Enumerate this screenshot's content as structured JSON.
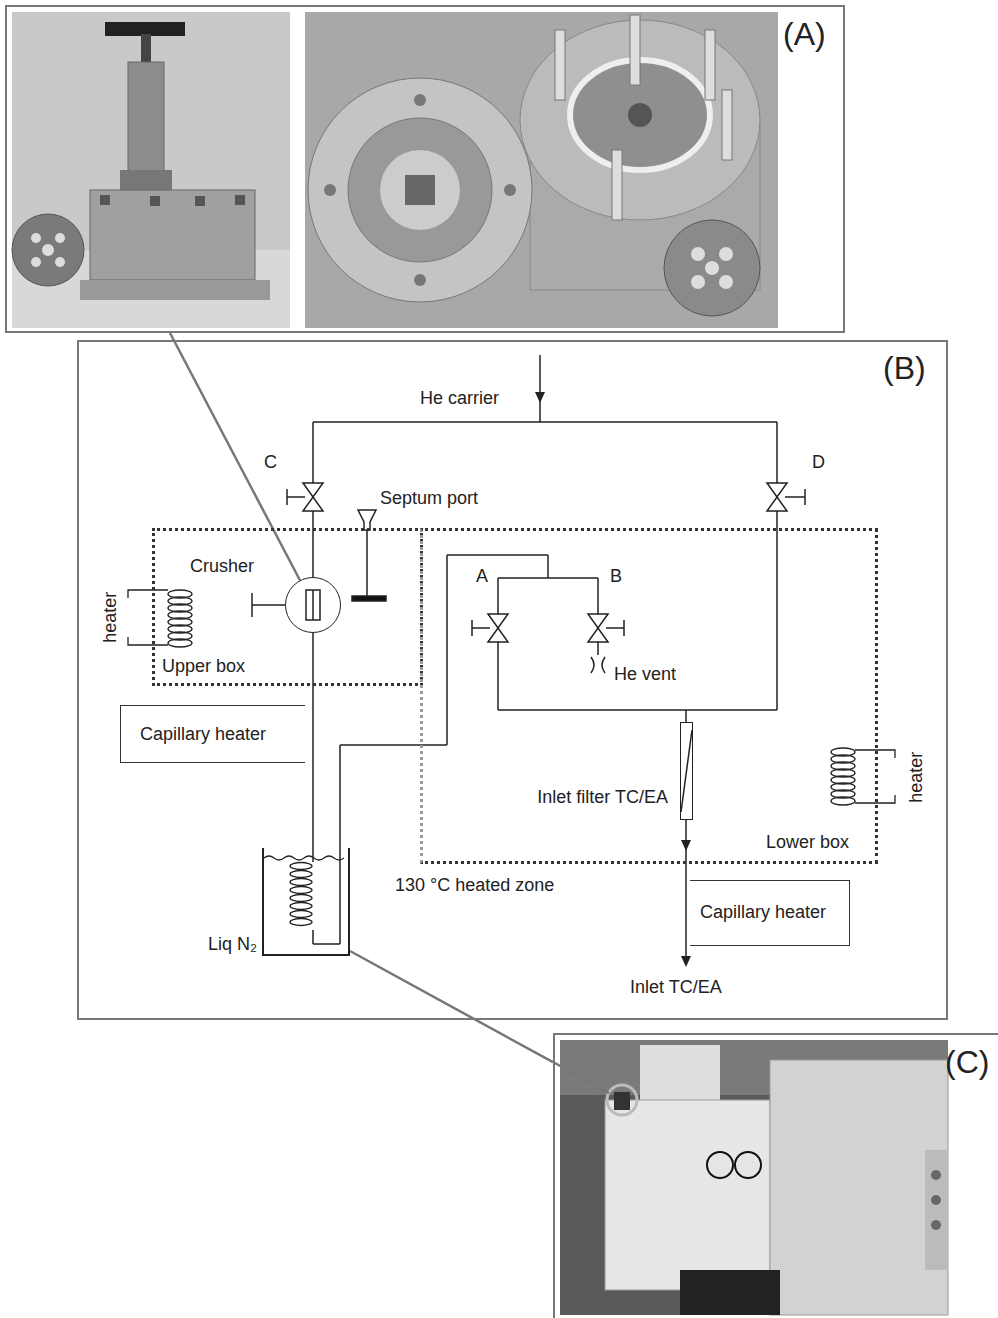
{
  "diagram": {
    "nodes": [
      {
        "text": [
          "(A)"
        ]
      },
      {
        "text": [
          "(B)"
        ]
      },
      {
        "text": [
          "Upper box"
        ],
        "in": 1
      },
      {
        "text": [
          "Crusher"
        ],
        "in": 2
      },
      {
        "text": [
          "Lower box"
        ],
        "in": 1
      },
      {
        "text": [
          "Inlet filter TC/EA"
        ],
        "in": 4
      },
      {
        "text": [
          "Capillary heater"
        ],
        "in": 1
      },
      {
        "text": [
          "Capillary heater"
        ],
        "in": 1
      },
      {
        "text": [
          "Liq N₂"
        ],
        "in": 1
      },
      {
        "text": [
          "(C)"
        ]
      }
    ],
    "edges": [
      {
        "from": 0,
        "to": 3,
        "arrow": "none"
      },
      {
        "from": 3,
        "to": 8,
        "arrow": "none"
      },
      {
        "from": 8,
        "to": 9,
        "arrow": "none"
      }
    ],
    "labels": [
      "He carrier",
      "C",
      "D",
      "Septum port",
      "heater",
      "A",
      "B",
      "He vent",
      "heater",
      "130 °C heated zone",
      "Inlet TC/EA"
    ]
  }
}
